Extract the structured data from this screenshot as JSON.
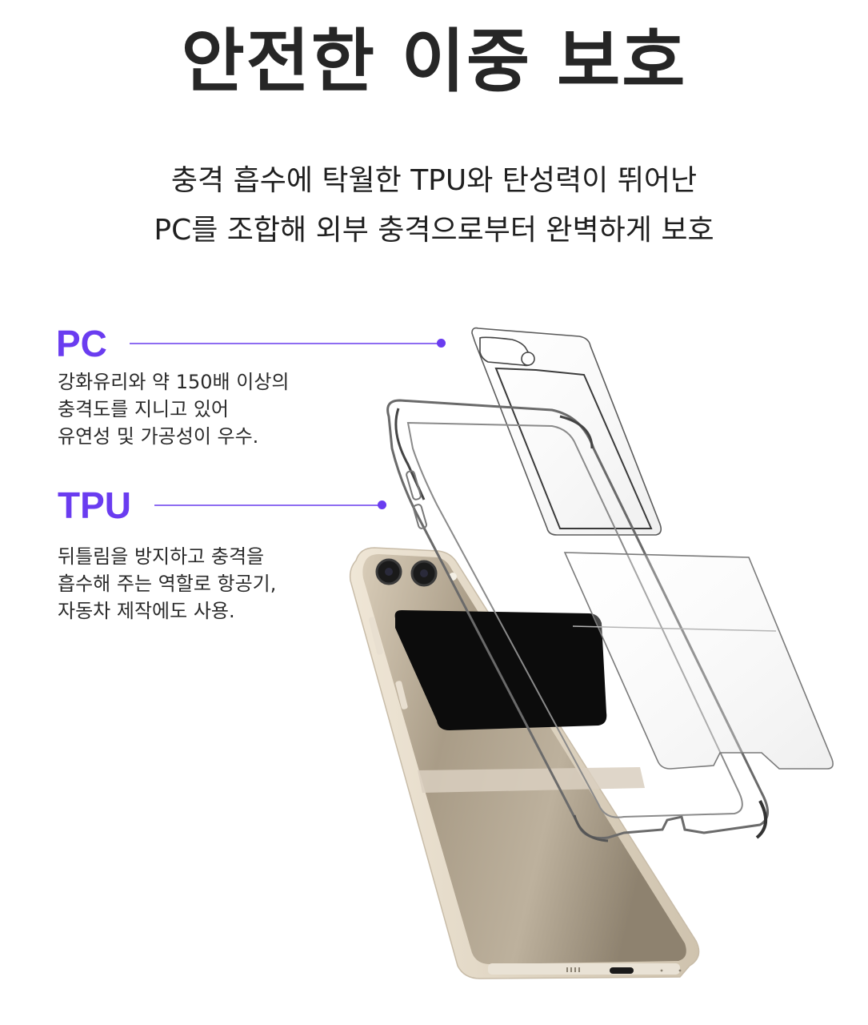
{
  "header": {
    "title": "안전한 이중 보호",
    "subtitle_lines": [
      "충격 흡수에 탁월한 TPU와 탄성력이 뛰어난",
      "PC를 조합해 외부 충격으로부터 완벽하게 보호"
    ]
  },
  "features": [
    {
      "label": "PC",
      "desc_lines": [
        "강화유리와 약 150배 이상의",
        "충격도를 지니고 있어",
        "유연성 및 가공성이 우수."
      ]
    },
    {
      "label": "TPU",
      "desc_lines": [
        "뒤틀림을 방지하고 충격을",
        "흡수해 주는 역할로 항공기,",
        "자동차 제작에도 사용."
      ]
    }
  ],
  "colors": {
    "accent": "#6a3cf0",
    "leader_line": "#8e6df2",
    "title_text": "#262626",
    "phone_body": "#b5a892",
    "phone_frame": "#e6dccb",
    "cover_screen": "#0c0c0c"
  },
  "illustration": {
    "subject": "exploded-view-flip-phone-case",
    "parts": [
      "pc-top-cover",
      "tpu-frame",
      "pc-bottom-cover",
      "phone-device"
    ]
  }
}
